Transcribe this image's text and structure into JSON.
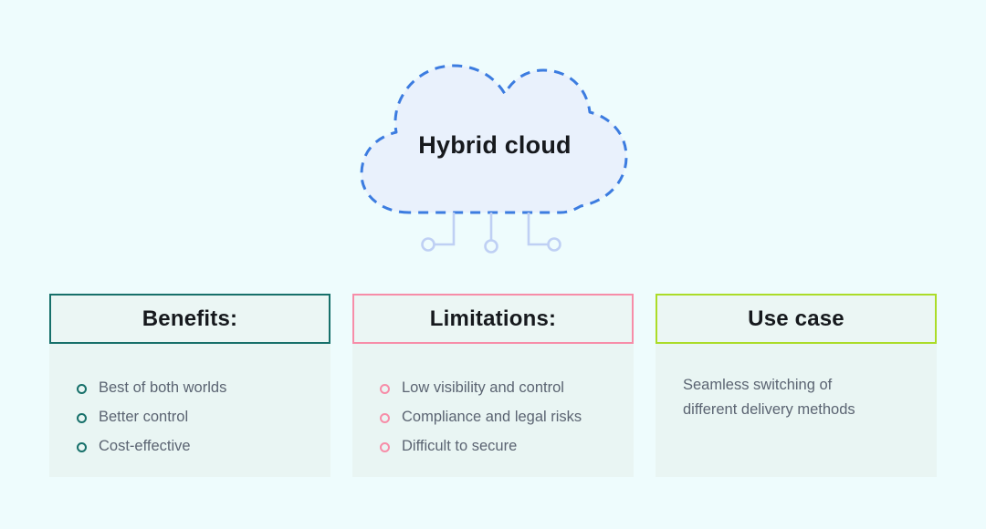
{
  "cloud": {
    "label": "Hybrid cloud"
  },
  "columns": [
    {
      "title": "Benefits:",
      "items": [
        "Best of both worlds",
        "Better control",
        "Cost-effective"
      ]
    },
    {
      "title": "Limitations:",
      "items": [
        "Low visibility and control",
        "Compliance and legal risks",
        "Difficult to secure"
      ]
    },
    {
      "title": "Use case",
      "text": "Seamless switching of different delivery methods"
    }
  ],
  "colors": {
    "bg": "#eefcfd",
    "panel": "#e9f5f3",
    "header-fill": "#ebf6f4",
    "teal": "#17706a",
    "pink": "#f78da8",
    "lime": "#abdc28",
    "cloud-stroke": "#3c7ce0",
    "cloud-fill": "#e9f1fc",
    "connector": "#bfd0f4",
    "text-dark": "#16191d",
    "text-body": "#5b6472"
  }
}
